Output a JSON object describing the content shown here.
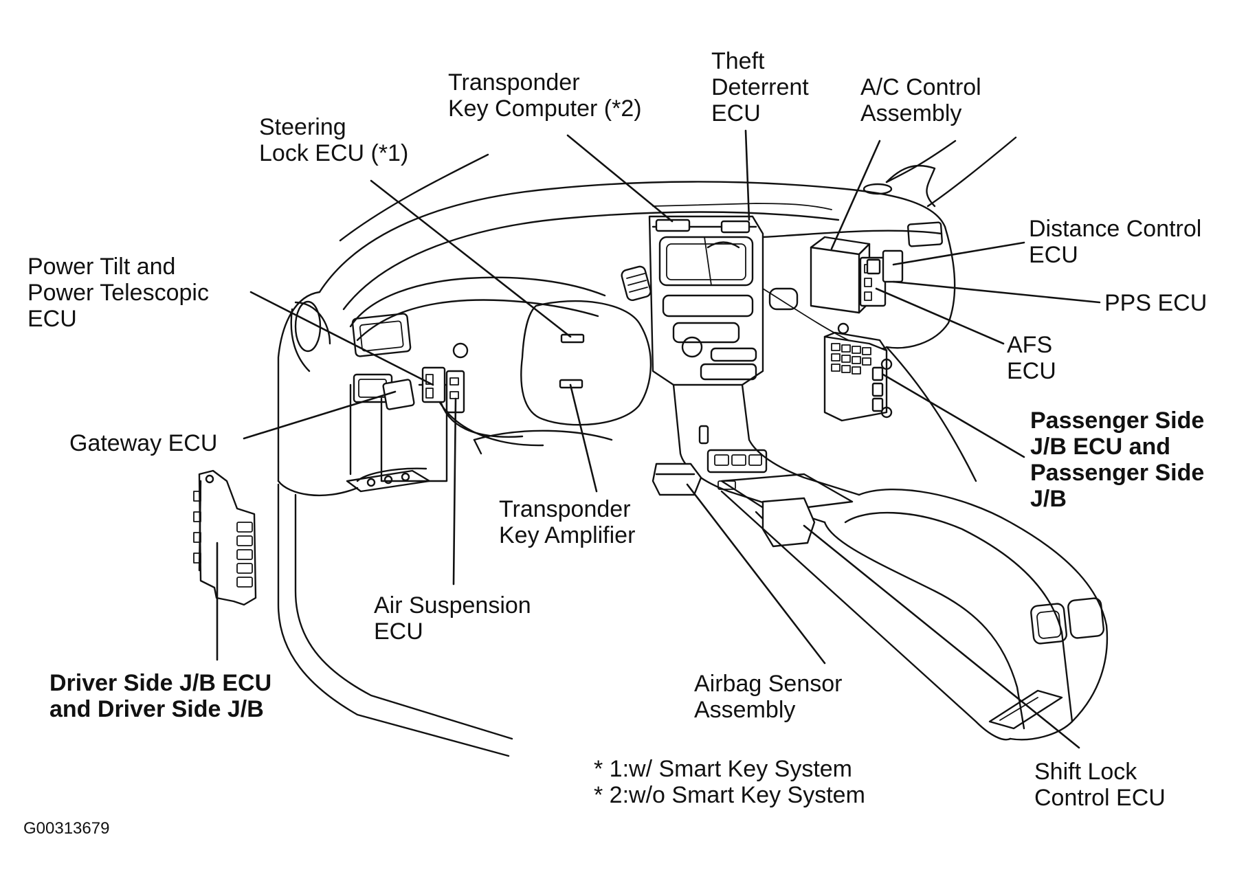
{
  "figure_id": "G00313679",
  "labels": {
    "steering_lock_ecu": [
      "Steering",
      "Lock ECU (*1)"
    ],
    "transponder_key_computer": [
      "Transponder",
      "Key Computer (*2)"
    ],
    "theft_deterrent_ecu": [
      "Theft",
      "Deterrent",
      "ECU"
    ],
    "ac_control_assembly": [
      "A/C Control",
      "Assembly"
    ],
    "distance_control_ecu": [
      "Distance Control",
      "ECU"
    ],
    "pps_ecu": [
      "PPS ECU"
    ],
    "afs_ecu": [
      "AFS",
      "ECU"
    ],
    "passenger_side_jb": [
      "Passenger Side",
      "J/B ECU and",
      "Passenger Side",
      "J/B"
    ],
    "power_tilt_telescopic_ecu": [
      "Power Tilt and",
      "Power Telescopic",
      "ECU"
    ],
    "gateway_ecu": [
      "Gateway ECU"
    ],
    "transponder_key_amplifier": [
      "Transponder",
      "Key Amplifier"
    ],
    "air_suspension_ecu": [
      "Air Suspension",
      "ECU"
    ],
    "driver_side_jb": [
      "Driver Side J/B ECU",
      "and Driver Side J/B"
    ],
    "airbag_sensor_assembly": [
      "Airbag Sensor",
      "Assembly"
    ],
    "shift_lock_control_ecu": [
      "Shift Lock",
      "Control ECU"
    ]
  },
  "notes": [
    "* 1:w/ Smart Key System",
    "* 2:w/o Smart Key System"
  ]
}
